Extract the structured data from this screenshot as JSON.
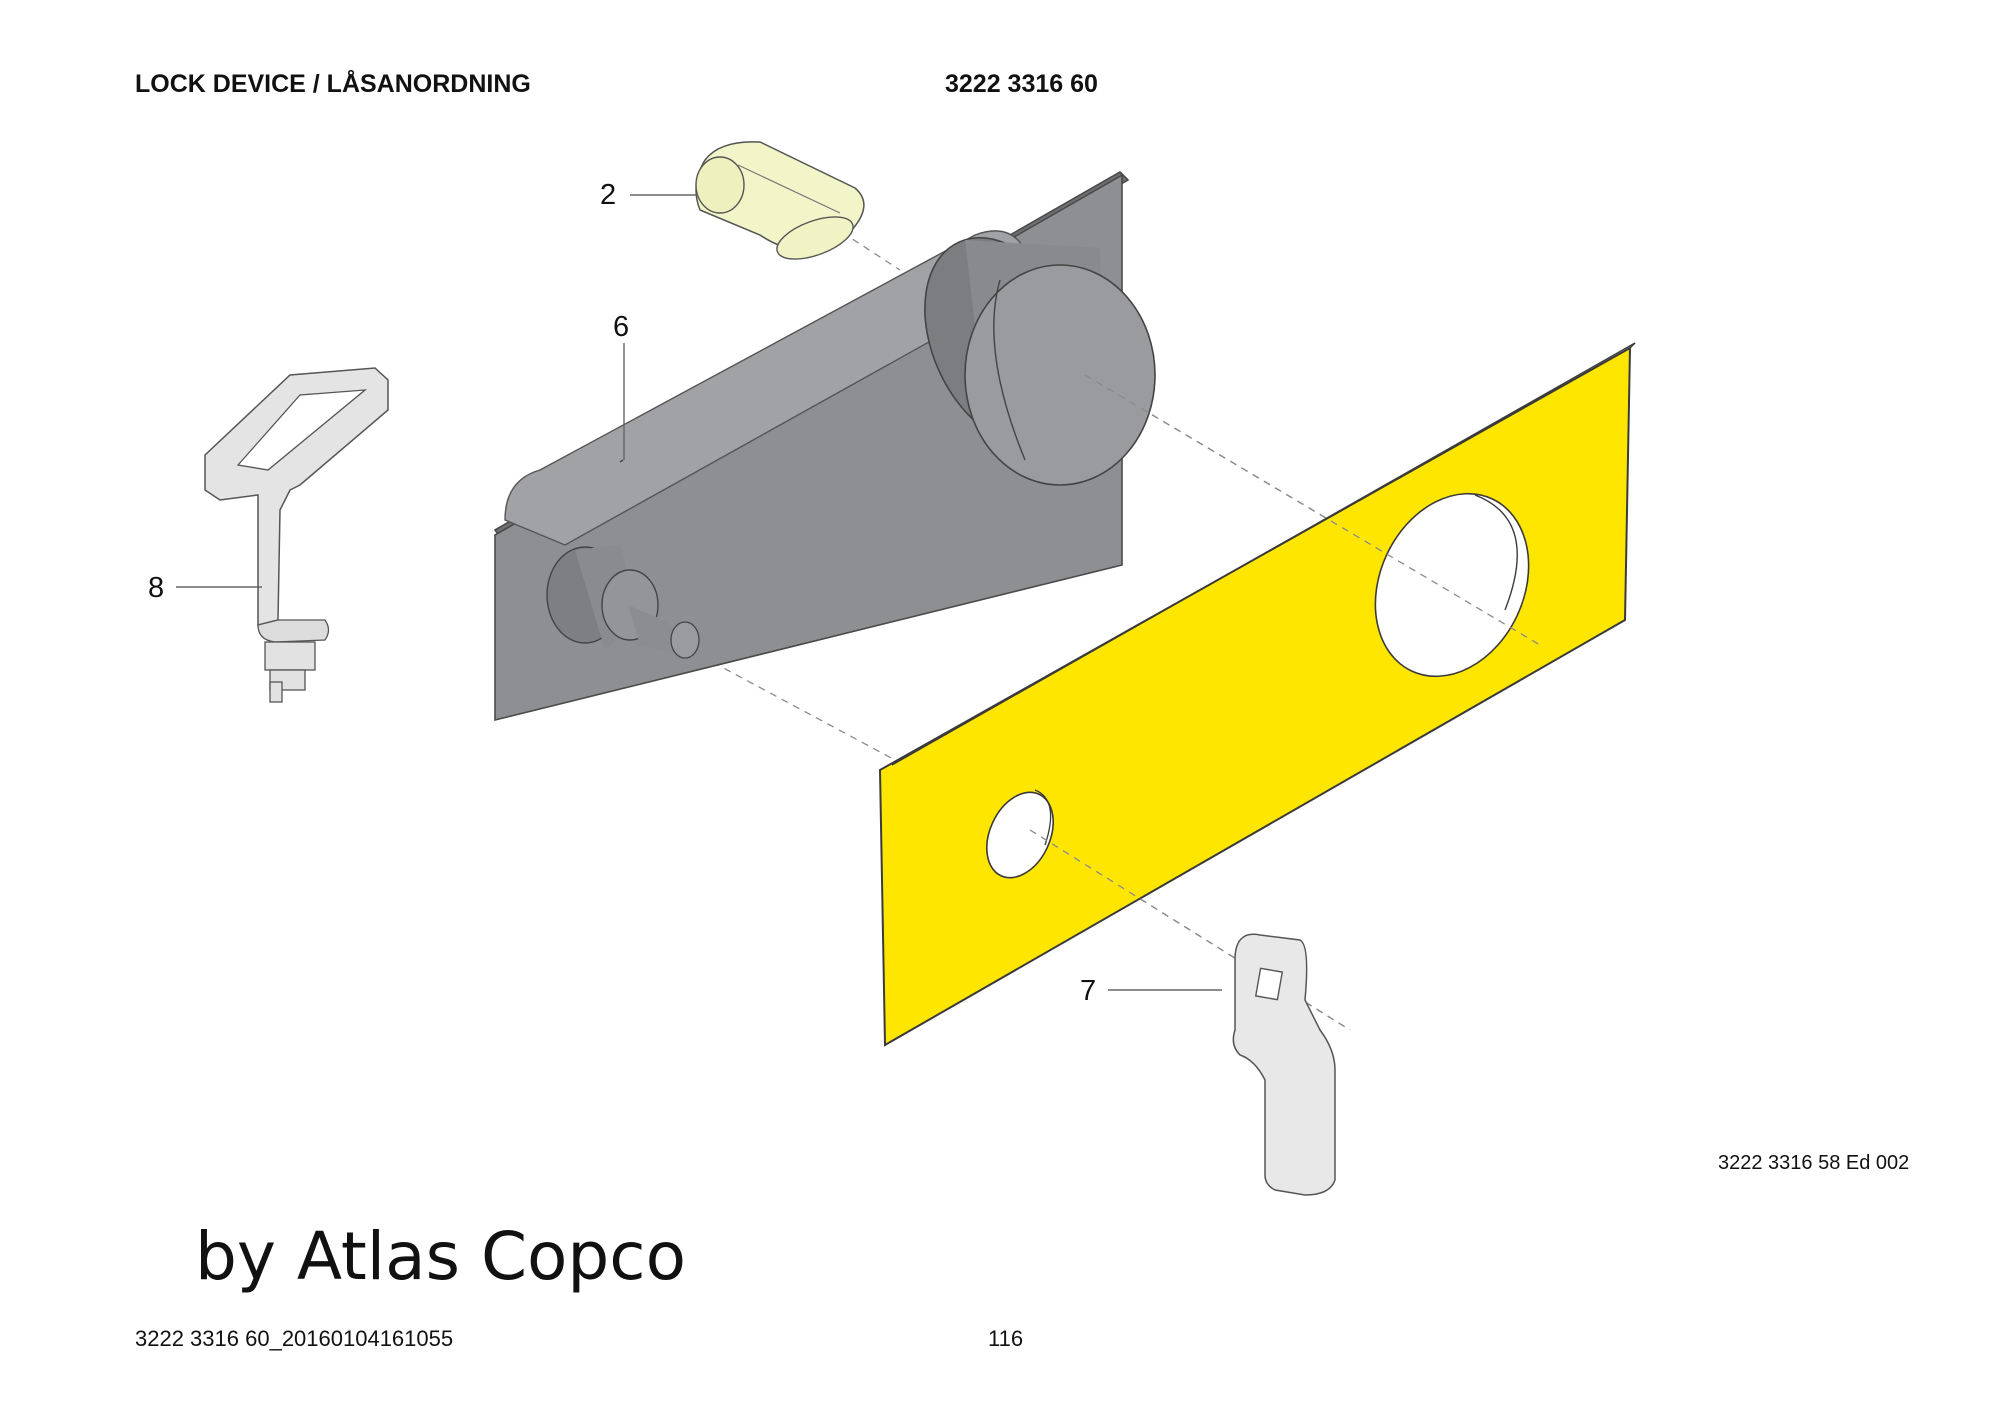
{
  "header": {
    "title": "LOCK DEVICE / LÅSANORDNING",
    "part_number": "3222 3316 60"
  },
  "callouts": [
    "2",
    "6",
    "8",
    "7"
  ],
  "reference_code": "3222 3316 58 Ed 002",
  "watermark": "by Atlas Copco",
  "footer": {
    "doc_id": "3222 3316 60_20160104161055",
    "page": "116"
  },
  "colors": {
    "lock_body": "#8e8f92",
    "cover_plate": "#ffe600",
    "cylinder_insert": "#f2f5c8",
    "key": "#e4e4e4",
    "cam": "#e8e8e8"
  }
}
